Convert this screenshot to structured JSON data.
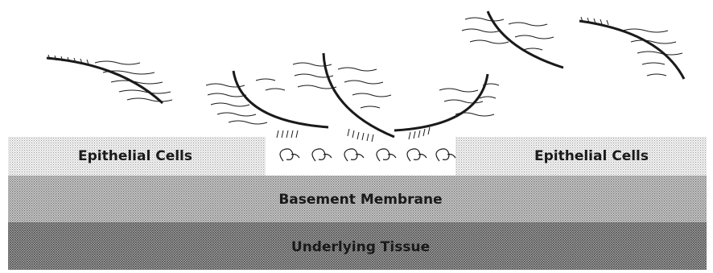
{
  "labels": {
    "epithelial_left": "Epithelial Cells",
    "epithelial_right": "Epithelial Cells",
    "basement_membrane": "Basement Membrane",
    "underlying_tissue": "Underlying Tissue"
  },
  "colors": {
    "background": "#ffffff",
    "stroke": "#1a1a1a",
    "epithelial_fill": "#e2e2e2",
    "membrane_fill": "#b4b4b4",
    "tissue_fill": "#8c8c8c"
  }
}
